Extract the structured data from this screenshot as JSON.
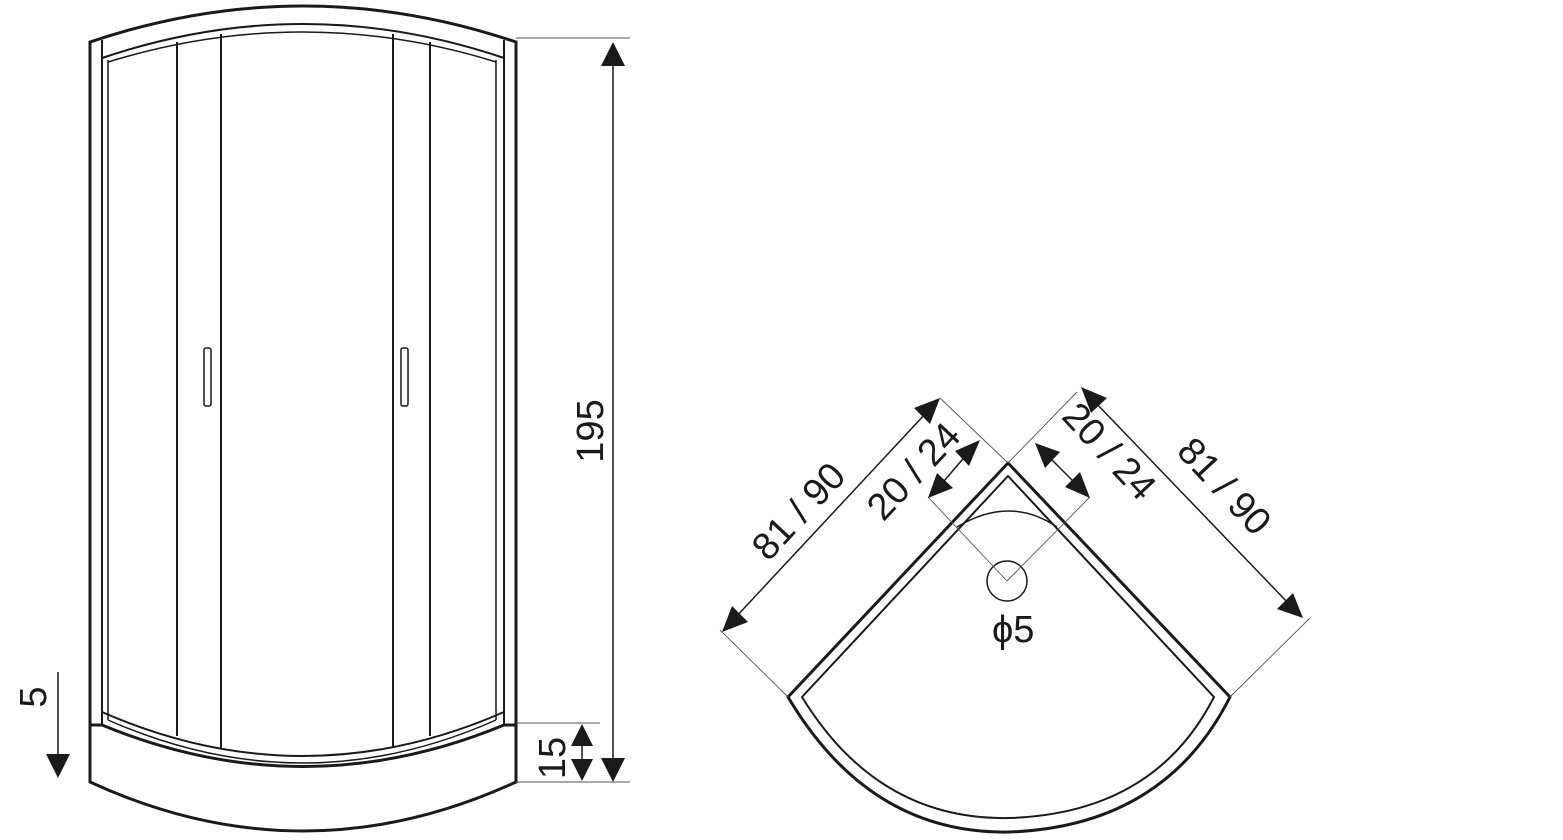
{
  "front_view": {
    "height_label": "195",
    "tray_height_label": "15",
    "side_label": "5"
  },
  "plan_view": {
    "left_side_label": "81 / 90",
    "left_door_label": "20 / 24",
    "right_door_label": "20 / 24",
    "right_side_label": "81 / 90",
    "drain_label": "ϕ5"
  }
}
